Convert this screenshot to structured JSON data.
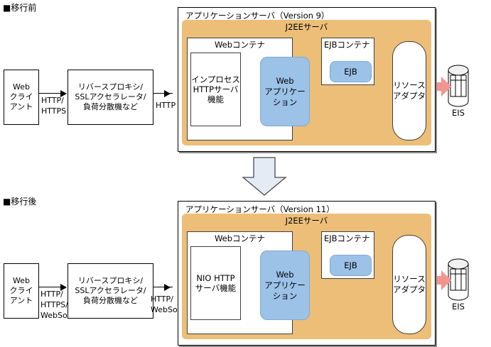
{
  "sections": [
    {
      "id": "before",
      "title": "■移行前"
    },
    {
      "id": "after",
      "title": "■移行後"
    }
  ],
  "colors": {
    "j2ee_panel": "#ecbe78",
    "blue_node": "#9cc2e8",
    "pale_arrow_fill": "#eeeac4",
    "pale_arrow_stroke": "#b9b27a",
    "eis_arrow": "#f4948f",
    "transition_arrow": "#e4ebf5",
    "line": "#000000"
  },
  "before": {
    "web_client": {
      "label": "Web\nクライ\nアント"
    },
    "proxy": {
      "label": "リバースプロキシ/\nSSLアクセラレータ/\n負荷分散機など"
    },
    "link_client_proxy": {
      "label": "HTTP/\nHTTPS"
    },
    "link_proxy_server": {
      "label": "HTTP"
    },
    "appserver": {
      "title": "アプリケーションサーバ（Version 9）"
    },
    "j2ee": {
      "title": "J2EEサーバ"
    },
    "web_container": {
      "title": "Webコンテナ"
    },
    "http_server": {
      "label": "インプロセス\nHTTPサーバ\n機能"
    },
    "web_app": {
      "label": "Web\nアプリケー\nション"
    },
    "ejb_container": {
      "title": "EJBコンテナ"
    },
    "ejb": {
      "label": "EJB"
    },
    "resource_adapter": {
      "label": "リソース\nアダプタ"
    },
    "eis": {
      "label": "EIS"
    }
  },
  "after": {
    "web_client": {
      "label": "Web\nクライ\nアント"
    },
    "proxy": {
      "label": "リバースプロキシ/\nSSLアクセラレータ/\n負荷分散機など"
    },
    "link_client_proxy": {
      "label": "HTTP/\nHTTPS/\nWebSocket"
    },
    "link_proxy_server": {
      "label": "HTTP/\nWebSocket"
    },
    "appserver": {
      "title": "アプリケーションサーバ（Version 11）"
    },
    "j2ee": {
      "title": "J2EEサーバ"
    },
    "web_container": {
      "title": "Webコンテナ"
    },
    "http_server": {
      "label": "NIO HTTP\nサーバ機能"
    },
    "web_app": {
      "label": "Web\nアプリケー\nション"
    },
    "ejb_container": {
      "title": "EJBコンテナ"
    },
    "ejb": {
      "label": "EJB"
    },
    "resource_adapter": {
      "label": "リソース\nアダプタ"
    },
    "eis": {
      "label": "EIS"
    }
  },
  "transition": {
    "name": "downward-migration-arrow"
  }
}
